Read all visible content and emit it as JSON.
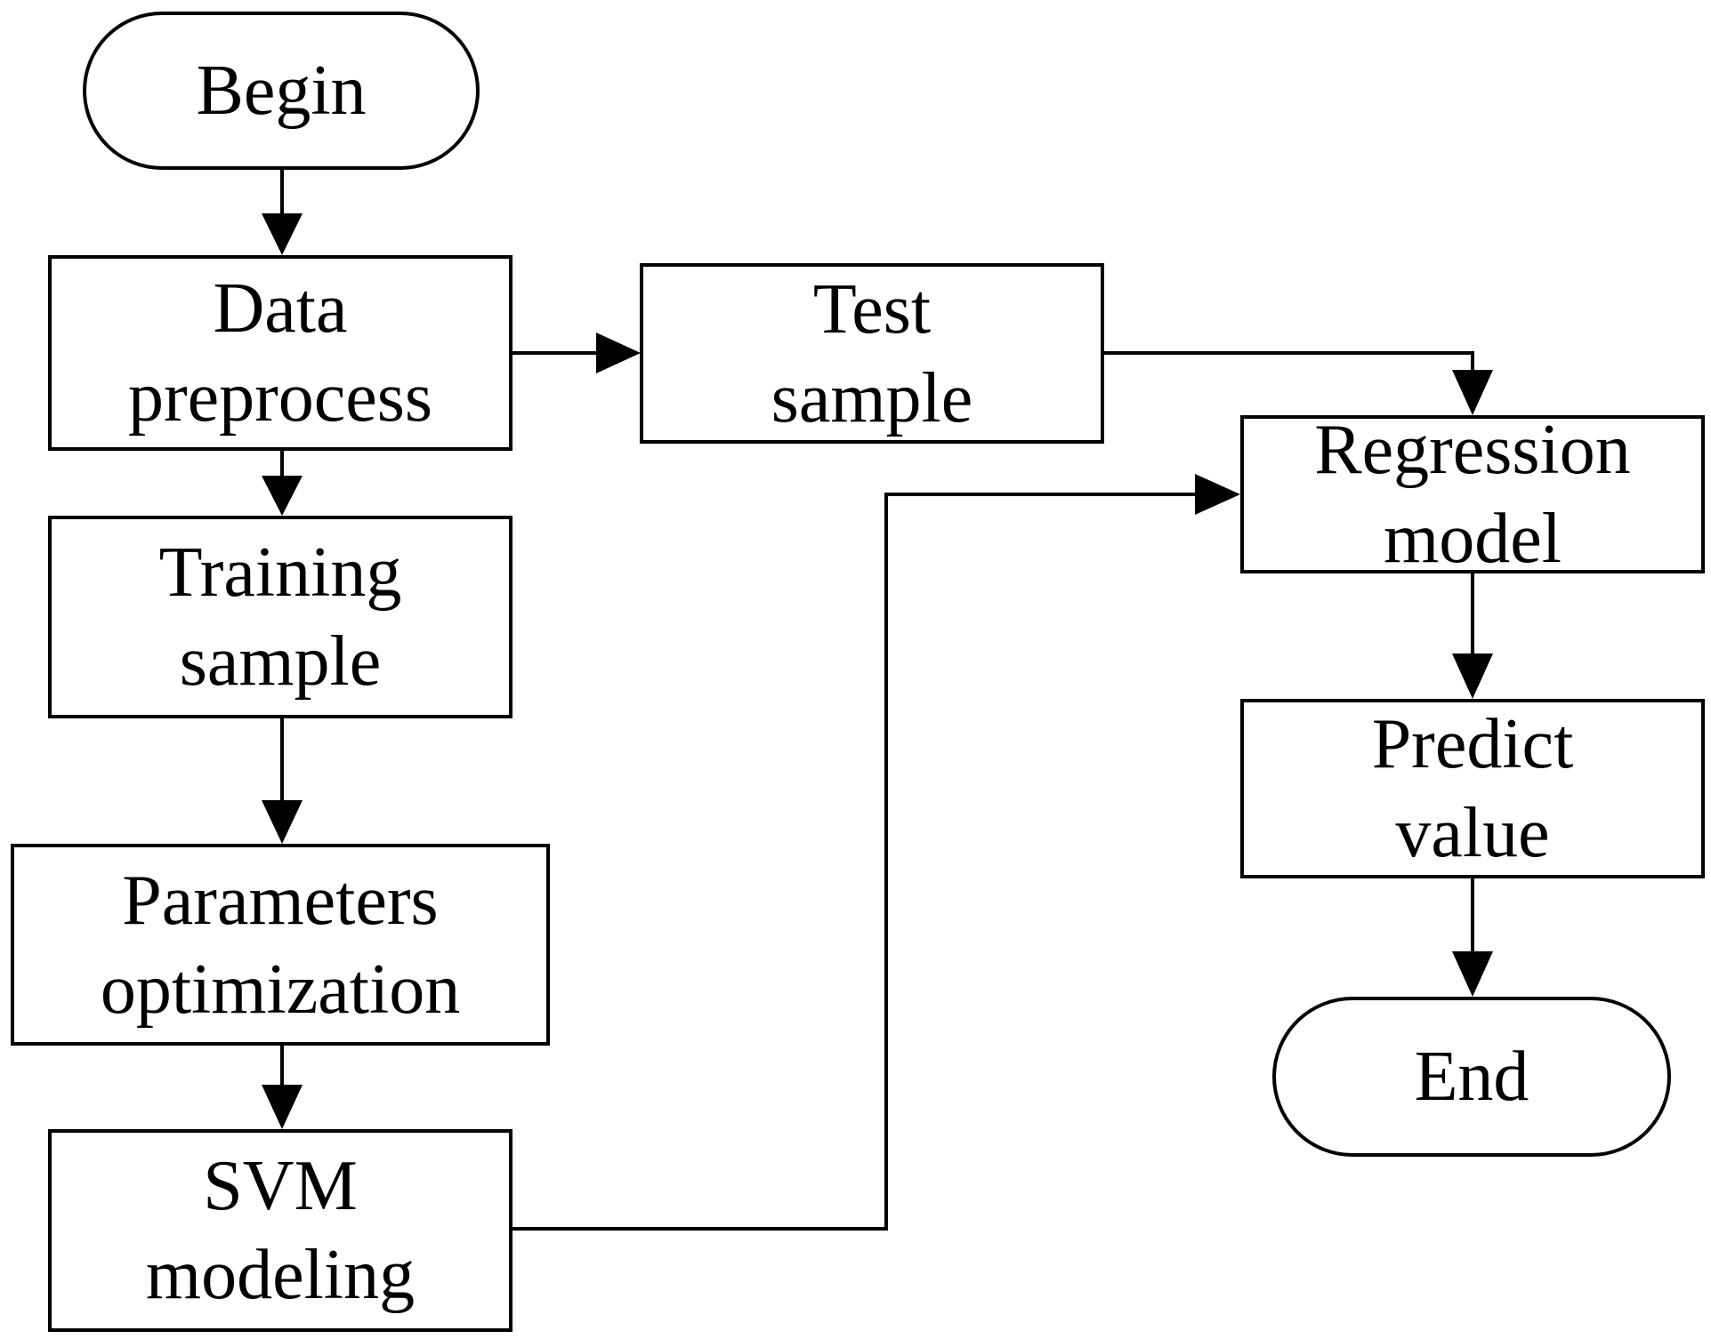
{
  "colors": {
    "line": "#000000",
    "background": "#ffffff"
  },
  "nodes": {
    "begin": {
      "label": "Begin"
    },
    "data_preprocess": {
      "label": "Data\npreprocess"
    },
    "training_sample": {
      "label": "Training\nsample"
    },
    "parameters_optimization": {
      "label": "Parameters\noptimization"
    },
    "svm_modeling": {
      "label": "SVM\nmodeling"
    },
    "test_sample": {
      "label": "Test\nsample"
    },
    "regression_model": {
      "label": "Regression\nmodel"
    },
    "predict_value": {
      "label": "Predict\nvalue"
    },
    "end": {
      "label": "End"
    }
  },
  "edges": [
    {
      "from": "begin",
      "to": "data_preprocess"
    },
    {
      "from": "data_preprocess",
      "to": "training_sample"
    },
    {
      "from": "data_preprocess",
      "to": "test_sample"
    },
    {
      "from": "training_sample",
      "to": "parameters_optimization"
    },
    {
      "from": "parameters_optimization",
      "to": "svm_modeling"
    },
    {
      "from": "svm_modeling",
      "to": "regression_model"
    },
    {
      "from": "test_sample",
      "to": "regression_model"
    },
    {
      "from": "regression_model",
      "to": "predict_value"
    },
    {
      "from": "predict_value",
      "to": "end"
    }
  ]
}
